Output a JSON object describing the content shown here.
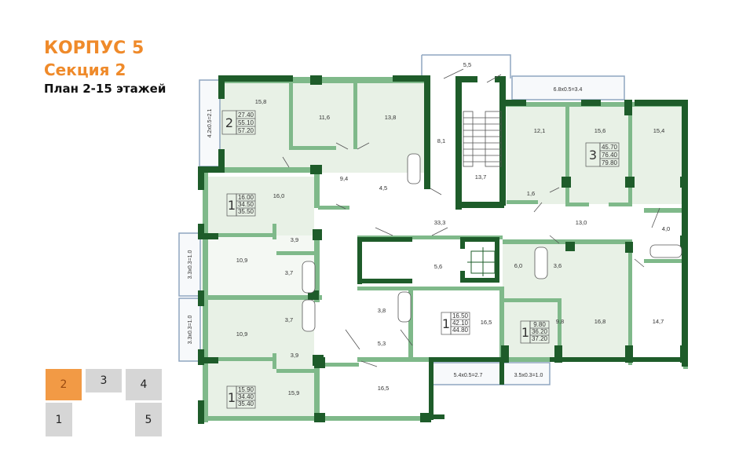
{
  "header": {
    "building": "КОРПУС 5",
    "section": "Секция 2",
    "plan": "План 2-15 этажей"
  },
  "colors": {
    "accent": "#ef8a2a",
    "wall_dark": "#1e5c2a",
    "wall_light": "#7fb98a",
    "apartment_fill": "#e8f1e6",
    "section_inactive": "#d6d6d6",
    "section_active": "#f29a45"
  },
  "section_selector": {
    "active": "2",
    "sections": [
      {
        "id": "2",
        "label": "2"
      },
      {
        "id": "3",
        "label": "3"
      },
      {
        "id": "4",
        "label": "4"
      },
      {
        "id": "1",
        "label": "1"
      },
      {
        "id": "5",
        "label": "5"
      }
    ]
  },
  "apartments": [
    {
      "rooms": "2",
      "living": "27.40",
      "total": "55.10",
      "total_with_balcony": "57.20"
    },
    {
      "rooms": "3",
      "living": "45.70",
      "total": "76.40",
      "total_with_balcony": "79.80"
    },
    {
      "rooms": "1",
      "living": "16.00",
      "total": "34.50",
      "total_with_balcony": "35.50"
    },
    {
      "rooms": "1",
      "living": "16.50",
      "total": "42.10",
      "total_with_balcony": "44.80"
    },
    {
      "rooms": "1",
      "living": "9.80",
      "total": "36.20",
      "total_with_balcony": "37.20"
    },
    {
      "rooms": "1",
      "living": "15.90",
      "total": "34.40",
      "total_with_balcony": "35.40"
    }
  ],
  "room_areas": {
    "r15_8": "15,8",
    "r11_6": "11,6",
    "r13_8": "13,8",
    "r8_1": "8,1",
    "r9_4": "9,4",
    "r4_5": "4,5",
    "r5_5": "5,5",
    "r13_7": "13,7",
    "r12_1": "12,1",
    "r1_6": "1,6",
    "r15_6": "15,6",
    "r15_4": "15,4",
    "r13_0": "13,0",
    "r4_0": "4,0",
    "r33_3": "33,3",
    "r16_0": "16,0",
    "r3_9a": "3,9",
    "r10_9a": "10,9",
    "r3_7a": "3,7",
    "r3_7b": "3,7",
    "r10_9b": "10,9",
    "r3_9b": "3,9",
    "r15_9": "15,9",
    "r5_6": "5,6",
    "r3_8": "3,8",
    "r5_3": "5,3",
    "r16_5a": "16,5",
    "r16_5b": "16,5",
    "r6_0": "6,0",
    "r3_6": "3,6",
    "r9_8": "9,8",
    "r16_8": "16,8",
    "r14_7": "14,7"
  },
  "balconies": {
    "b_top": "6.8x0.5=3.4",
    "b_left_top": "4.2x0.5=2.1",
    "b_left_mid1": "3.3x0.3=1.0",
    "b_left_mid2": "3.3x0.3=1.0",
    "b_bottom1": "5.4x0.5=2.7",
    "b_bottom2": "3.5x0.3=1.0"
  }
}
